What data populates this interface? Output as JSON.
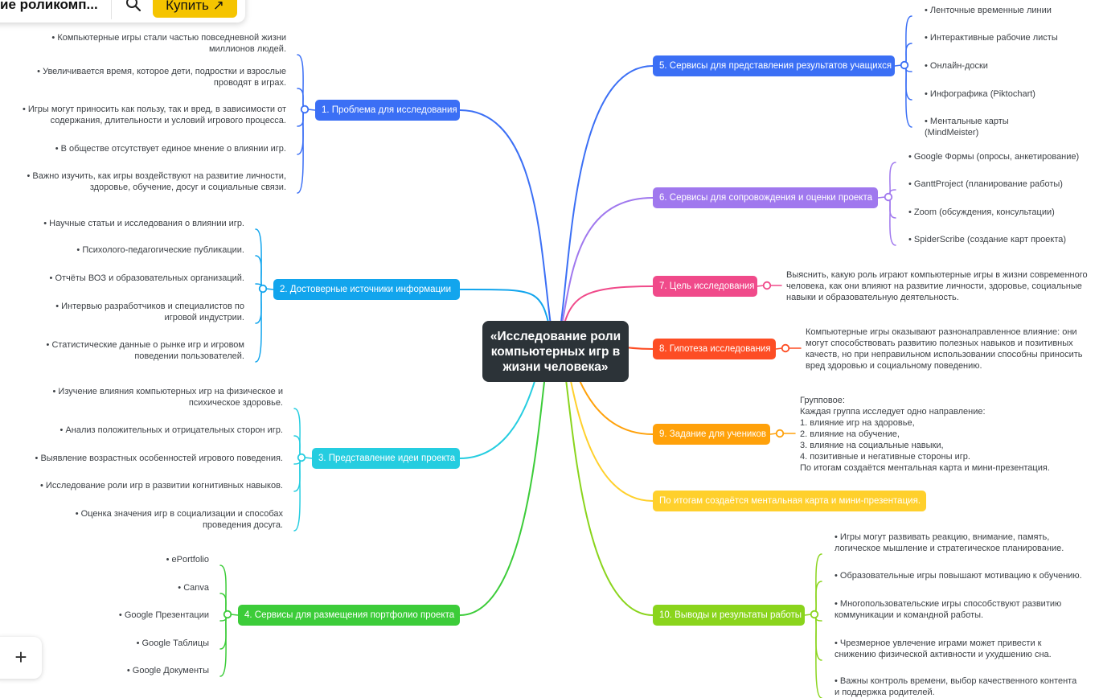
{
  "toolbar": {
    "title": "ие роликомп...",
    "search_icon": "search-icon",
    "buy_label": "Купить ↗"
  },
  "zoom": {
    "plus_label": "+"
  },
  "mindmap": {
    "center": "«Исследование роли компьютерных игр в жизни человека»",
    "branches": [
      {
        "label": "1. Проблема для исследования",
        "color": "#3b6ff5",
        "leaves": [
          "• Компьютерные игры стали частью повседневной жизни миллионов людей.",
          "• Увеличивается время, которое дети, подростки и взрослые проводят в играх.",
          "• Игры могут приносить как пользу, так и вред, в зависимости от содержания, длительности и условий игрового процесса.",
          "• В обществе отсутствует единое мнение о влиянии игр.",
          "• Важно изучить, как игры воздействуют на развитие личности, здоровье, обучение, досуг и социальные связи."
        ]
      },
      {
        "label": "2. Достоверные источники информации",
        "color": "#12a5ed",
        "leaves": [
          "• Научные статьи и исследования о влиянии игр.",
          "• Психолого-педагогические публикации.",
          "• Отчёты ВОЗ и образовательных организаций.",
          "• Интервью разработчиков и специалистов по игровой индустрии.",
          "• Статистические данные о рынке игр и игровом поведении пользователей."
        ]
      },
      {
        "label": "3. Представление идеи проекта",
        "color": "#25cde0",
        "leaves": [
          "• Изучение влияния компьютерных игр на физическое и психическое здоровье.",
          "• Анализ положительных и отрицательных сторон игр.",
          "• Выявление возрастных особенностей игрового поведения.",
          "• Исследование роли игр в развитии когнитивных навыков.",
          "• Оценка значения игр в социализации и способах проведения досуга."
        ]
      },
      {
        "label": "4. Сервисы для размещения портфолио проекта",
        "color": "#3ccc39",
        "leaves": [
          "• ePortfolio",
          "• Canva",
          "• Google Презентации",
          "• Google Таблицы",
          "• Google Документы"
        ]
      },
      {
        "label": "5. Сервисы для представления результатов учащихся",
        "color": "#3b6ff5",
        "leaves": [
          "• Ленточные временные линии",
          "• Интерактивные рабочие листы",
          "• Онлайн-доски",
          "• Инфографика (Piktochart)",
          "• Ментальные карты (MindMeister)"
        ]
      },
      {
        "label": "6. Сервисы для сопровождения и оценки проекта",
        "color": "#a078ee",
        "leaves": [
          "• Google Формы (опросы, анкетирование)",
          "• GanttProject (планирование работы)",
          "• Zoom (обсуждения, консультации)",
          "• SpiderScribe (создание карт проекта)"
        ]
      },
      {
        "label": "7. Цель исследования",
        "color": "#f04a8a",
        "note": "Выяснить, какую роль играют компьютерные игры в жизни современного человека, как они влияют на развитие личности, здоровье, социальные навыки и образовательную деятельность."
      },
      {
        "label": "8. Гипотеза исследования",
        "color": "#fd4d24",
        "note": "Компьютерные игры оказывают разнонаправленное влияние: они могут способствовать развитию полезных навыков и позитивных качеств, но при неправильном использовании способны приносить вред здоровью и социальному поведению."
      },
      {
        "label": "9. Задание для учеников",
        "color": "#ffa10a",
        "note": "Групповое:\n Каждая группа исследует одно направление:\n 1. влияние игр на здоровье,\n 2. влияние на обучение,\n 3. влияние на социальные навыки,\n 4. позитивные и негативные стороны игр.\n По итогам создаётся ментальная карта и мини-презентация."
      },
      {
        "label": "По итогам создаётся ментальная карта и мини-презентация.",
        "color": "#ffd02c"
      },
      {
        "label": "10. Выводы и результаты работы",
        "color": "#8ad41c",
        "leaves": [
          "• Игры могут развивать реакцию, внимание, память, логическое мышление и стратегическое планирование.",
          "• Образовательные игры повышают мотивацию к обучению.",
          "• Многопользовательские игры способствуют развитию коммуникации и командной работы.",
          "• Чрезмерное увлечение играми может привести к снижению физической активности и ухудшению сна.",
          "• Важны контроль времени, выбор качественного контента и поддержка родителей."
        ]
      }
    ]
  }
}
